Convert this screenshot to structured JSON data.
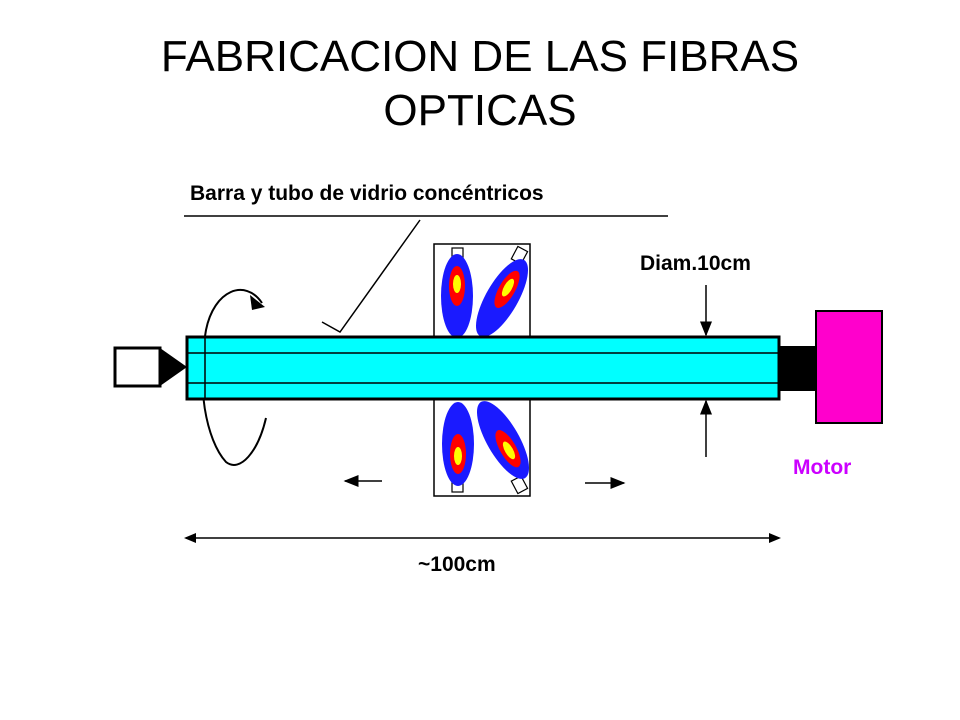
{
  "slide": {
    "title_line1": "FABRICACION DE LAS FIBRAS",
    "title_line2": "OPTICAS"
  },
  "diagram": {
    "rod_label": "Barra y tubo de vidrio concéntricos",
    "diameter_label": "Diam.10cm",
    "length_label": "~100cm",
    "motor_label": "Motor"
  },
  "colors": {
    "tube": "#00ffff",
    "motor": "#ff00cc",
    "motor_text": "#cc00ff",
    "flame_outer": "#1a1aff",
    "flame_mid": "#ff0000",
    "flame_core": "#ffff00"
  }
}
